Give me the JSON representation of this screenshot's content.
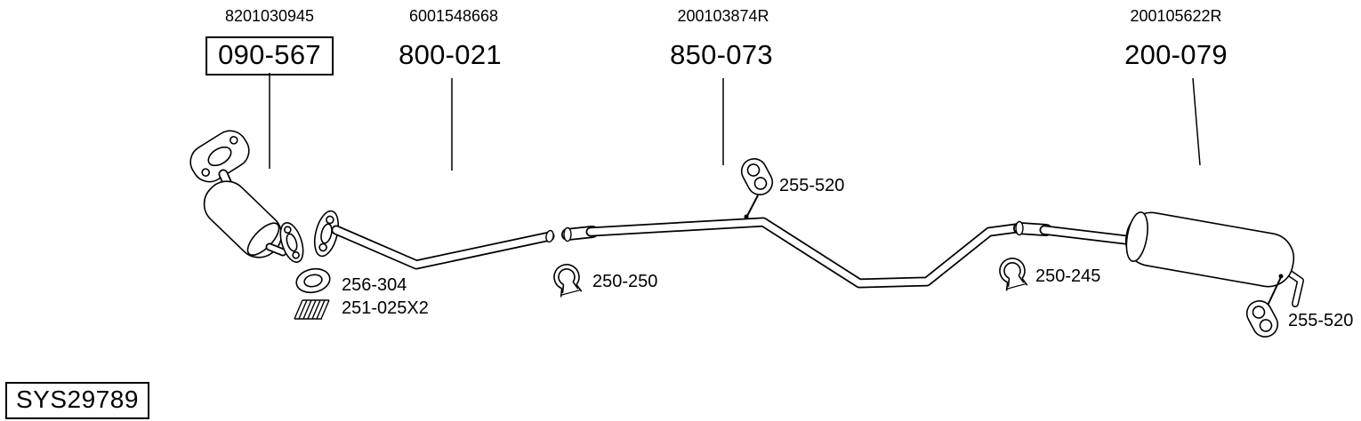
{
  "colors": {
    "ink": "#000000",
    "background": "#ffffff"
  },
  "diagram": {
    "system_id": "SYS29789",
    "groups": [
      {
        "ref": "8201030945",
        "code": "090-567",
        "boxed": true
      },
      {
        "ref": "6001548668",
        "code": "800-021",
        "boxed": false
      },
      {
        "ref": "200103874R",
        "code": "850-073",
        "boxed": false
      },
      {
        "ref": "200105622R",
        "code": "200-079",
        "boxed": false
      }
    ],
    "part_labels": [
      {
        "code": "255-520",
        "part": "front-hanger"
      },
      {
        "code": "256-304",
        "part": "gasket-ring"
      },
      {
        "code": "251-025X2",
        "part": "spring"
      },
      {
        "code": "250-250",
        "part": "front-clamp"
      },
      {
        "code": "250-245",
        "part": "rear-clamp"
      },
      {
        "code": "255-520",
        "part": "rear-hanger"
      }
    ]
  }
}
